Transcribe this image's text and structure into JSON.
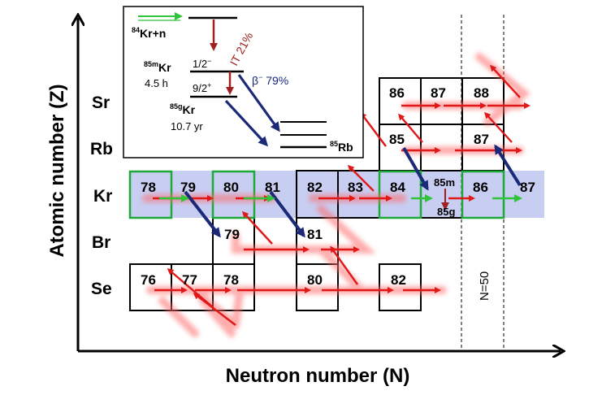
{
  "axes": {
    "y_label": "Atomic number  (Z)",
    "x_label": "Neutron number (N)"
  },
  "elements": [
    "Sr",
    "Rb",
    "Kr",
    "Br",
    "Se"
  ],
  "cells": {
    "sr86": "86",
    "sr87": "87",
    "sr88": "88",
    "rb85": "85",
    "rb87": "87",
    "kr78": "78",
    "kr79": "79",
    "kr80": "80",
    "kr81": "81",
    "kr82": "82",
    "kr83": "83",
    "kr84": "84",
    "kr85m": "85m",
    "kr85g": "85g",
    "kr86": "86",
    "kr87": "87",
    "br79": "79",
    "br81": "81",
    "se76": "76",
    "se77": "77",
    "se78": "78",
    "se80": "80",
    "se82": "82"
  },
  "n50_label": "N=50",
  "inset": {
    "reaction": "Kr+n",
    "reaction_mass": "84",
    "kr85m": "Kr",
    "kr85m_mass": "85m",
    "kr85m_spin": "1/2",
    "kr85m_spin_sign": "−",
    "kr85m_halflife": "4.5 h",
    "kr85g": "Kr",
    "kr85g_mass": "85g",
    "kr85g_spin": "9/2",
    "kr85g_spin_sign": "+",
    "kr85g_halflife": "10.7 yr",
    "it_label": "IT 21%",
    "beta_label": "β",
    "beta_sign": "−",
    "beta_pct": " 79%",
    "rb85": "Rb",
    "rb85_mass": "85"
  },
  "colors": {
    "highlight_band": "#c8cdf2",
    "stable_box": "#1fa83a",
    "capture_arrow": "#e01818",
    "beta_arrow": "#1a2a78",
    "it_color": "#a02020",
    "neutron_arrow": "#2fc43a"
  }
}
